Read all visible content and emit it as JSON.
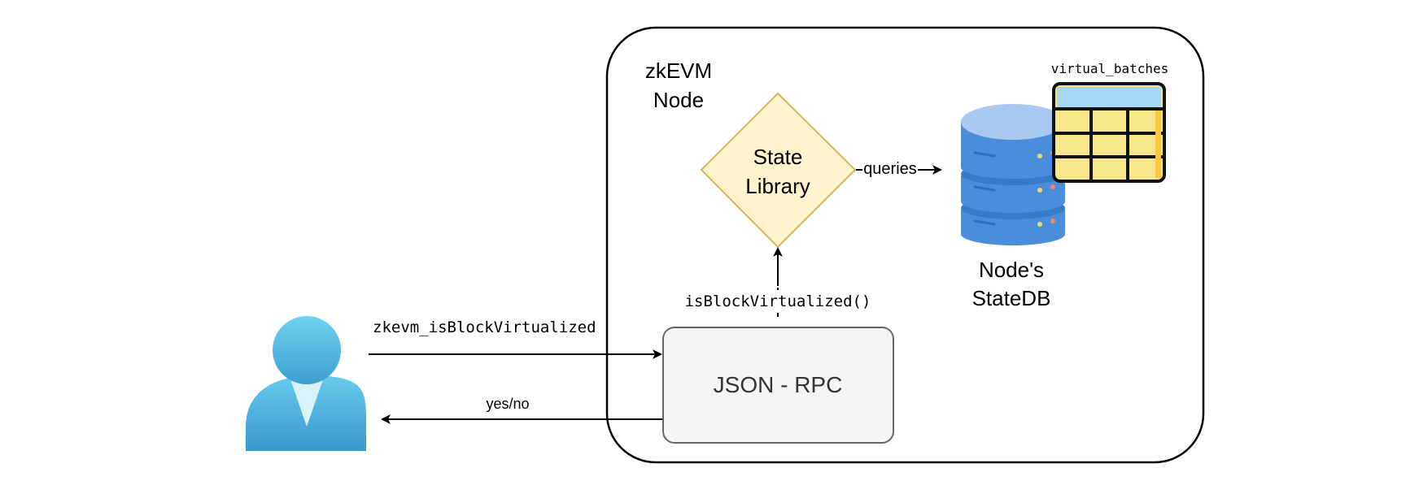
{
  "node_box": {
    "title_line1": "zkEVM",
    "title_line2": "Node"
  },
  "state_library": {
    "line1": "State",
    "line2": "Library"
  },
  "json_rpc": {
    "label": "JSON - RPC"
  },
  "database": {
    "line1": "Node's",
    "line2": "StateDB",
    "table_label": "virtual_batches"
  },
  "edges": {
    "request": "zkevm_isBlockVirtualized",
    "response": "yes/no",
    "rpc_to_state": "isBlockVirtualized()",
    "state_to_db": "queries"
  },
  "colors": {
    "diamond_fill": "#fff2cc",
    "diamond_stroke": "#d6b656",
    "rpc_fill": "#f5f5f5",
    "rpc_stroke": "#666666",
    "db_blue": "#4a8edb",
    "db_light": "#a9c8f0",
    "user_blue": "#4db3e0"
  }
}
